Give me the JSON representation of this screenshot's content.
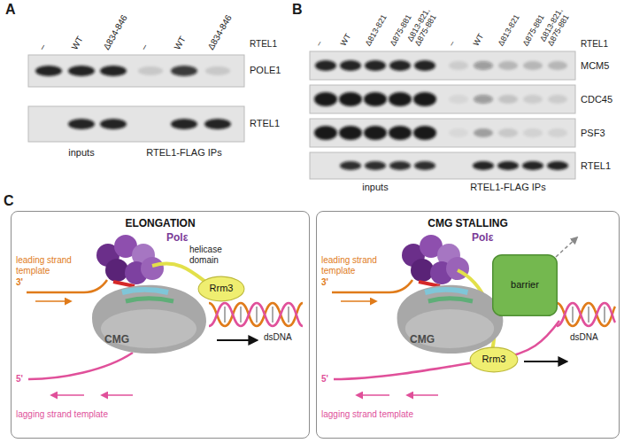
{
  "diagram": {
    "nodes": [
      {
        "text": [
          "ELONGATION"
        ]
      },
      {
        "text": [
          "CMG"
        ],
        "in": 0
      },
      {
        "text": [
          "Rrm3"
        ],
        "in": 0
      },
      {
        "text": [
          "CMG STALLING"
        ]
      },
      {
        "text": [
          "CMG"
        ],
        "in": 3
      },
      {
        "text": [
          "barrier"
        ],
        "in": 3
      },
      {
        "text": [
          "Rrm3"
        ],
        "in": 3
      }
    ],
    "labels": [
      "A",
      "–",
      "WT",
      "Δ834-846",
      "–",
      "WT",
      "Δ834-846",
      "RTEL1",
      "POLE1",
      "RTEL1",
      "inputs",
      "RTEL1-FLAG IPs",
      "B",
      "–",
      "WT",
      "Δ813-821",
      "Δ875-881",
      "Δ813-821, Δ875-881",
      "–",
      "WT",
      "Δ813-821",
      "Δ875-881",
      "Δ813-821, Δ875-881",
      "RTEL1",
      "MCM5",
      "CDC45",
      "PSF3",
      "RTEL1",
      "inputs",
      "RTEL1-FLAG IPs",
      "C",
      "Polε",
      "leading strand template",
      "3'",
      "helicase domain",
      "dsDNA",
      "5'",
      "lagging strand template",
      "Polε",
      "leading strand template",
      "3'",
      "dsDNA",
      "5'",
      "lagging strand template"
    ]
  }
}
